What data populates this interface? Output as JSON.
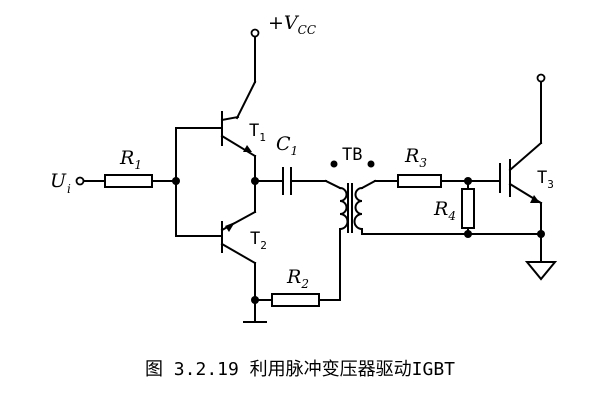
{
  "supply": {
    "label": "+V",
    "sub": "CC"
  },
  "input": {
    "label": "U",
    "sub": "i"
  },
  "components": {
    "R1": {
      "label": "R",
      "sub": "1"
    },
    "R2": {
      "label": "R",
      "sub": "2"
    },
    "R3": {
      "label": "R",
      "sub": "3"
    },
    "R4": {
      "label": "R",
      "sub": "4"
    },
    "C1": {
      "label": "C",
      "sub": "1"
    },
    "TB": {
      "label": "TB"
    },
    "T1": {
      "label": "T",
      "sub": "1"
    },
    "T2": {
      "label": "T",
      "sub": "2"
    },
    "T3": {
      "label": "T",
      "sub": "3"
    }
  },
  "caption": {
    "figure": "图 3.2.19",
    "text": "利用脉冲变压器驱动IGBT"
  }
}
